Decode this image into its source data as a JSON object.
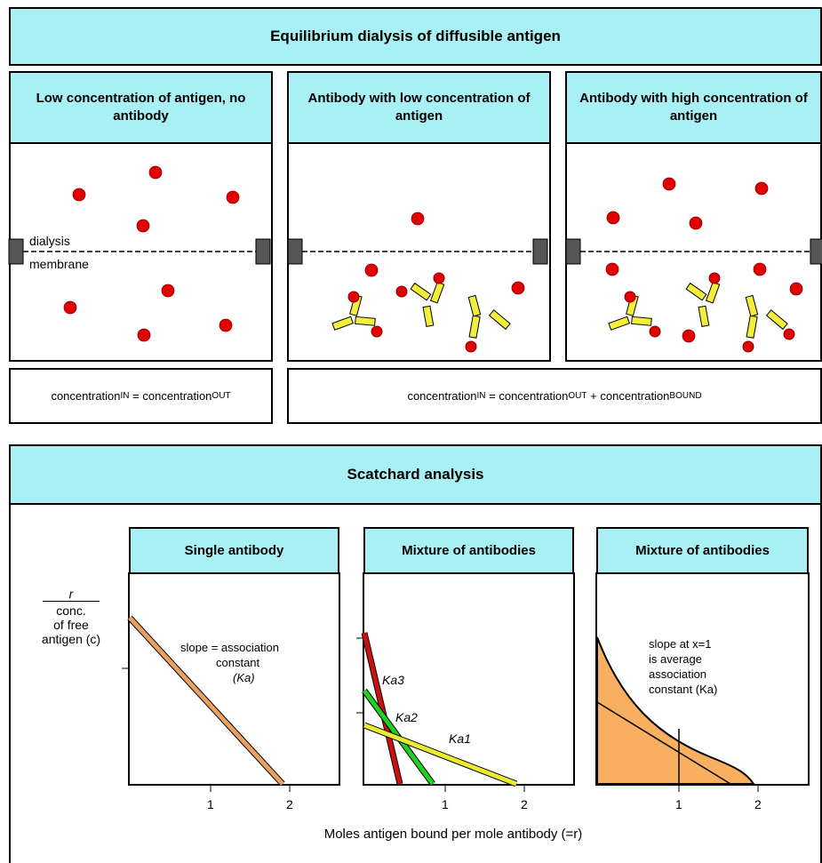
{
  "top_banner": {
    "title": "Equilibrium dialysis of diffusible antigen"
  },
  "panels": [
    {
      "title": "Low concentration of antigen, no antibody"
    },
    {
      "title": "Antibody with low concentration of antigen"
    },
    {
      "title": "Antibody with high concentration of antigen"
    }
  ],
  "membrane_label": {
    "line1": "dialysis",
    "line2": "membrane"
  },
  "equation_left": {
    "a": "concentration",
    "a_sub": "IN",
    "eq": "=",
    "b": "concentration",
    "b_sub": "OUT"
  },
  "equation_right": {
    "a": "concentration",
    "a_sub": "IN",
    "eq": "=",
    "b": "concentration",
    "b_sub": "OUT",
    "plus": "+",
    "c": "concentration",
    "c_sub": "BOUND"
  },
  "scatchard": {
    "title": "Scatchard analysis",
    "y_label": {
      "num": "r",
      "l1": "conc.",
      "l2": "of free",
      "l3": "antigen (c)"
    },
    "x_label": "Moles antigen bound per mole antibody (=r)",
    "plots": [
      {
        "title": "Single antibody",
        "annotation": [
          "slope = association",
          "constant",
          "(Ka)"
        ]
      },
      {
        "title": "Mixture of antibodies",
        "line_labels": [
          "Ka3",
          "Ka2",
          "Ka1"
        ]
      },
      {
        "title": "Mixture of antibodies",
        "annotation": [
          "slope at x=1",
          "is average",
          "association",
          "constant (Ka)"
        ]
      }
    ],
    "x_ticks": [
      "1",
      "2"
    ]
  },
  "colors": {
    "banner": "#a8f0f4",
    "antigen": "#e00000",
    "antibody": "#f2ee3a",
    "orange_line": "#e9a060",
    "fill": "#f8b060",
    "red_line": "#cc1010",
    "green_line": "#20d020",
    "yellow_line": "#eaea30"
  },
  "chart_data": [
    {
      "type": "line",
      "title": "Single antibody",
      "x_ticks": [
        1,
        2
      ],
      "series": [
        {
          "x": [
            0,
            1.9
          ],
          "y": [
            1.5,
            0
          ]
        }
      ]
    },
    {
      "type": "line",
      "title": "Mixture of antibodies",
      "x_ticks": [
        1,
        2
      ],
      "series": [
        {
          "name": "Ka3",
          "x": [
            0,
            0.45
          ],
          "y": [
            1.9,
            0
          ]
        },
        {
          "name": "Ka2",
          "x": [
            0,
            0.9
          ],
          "y": [
            1.1,
            0
          ]
        },
        {
          "name": "Ka1",
          "x": [
            0,
            1.9
          ],
          "y": [
            0.55,
            0
          ]
        }
      ]
    },
    {
      "type": "area",
      "title": "Mixture of antibodies",
      "x_ticks": [
        1,
        2
      ],
      "series": [
        {
          "x": [
            0,
            0.5,
            1,
            1.5,
            1.95
          ],
          "y": [
            1.8,
            0.9,
            0.5,
            0.22,
            0
          ]
        }
      ]
    }
  ]
}
